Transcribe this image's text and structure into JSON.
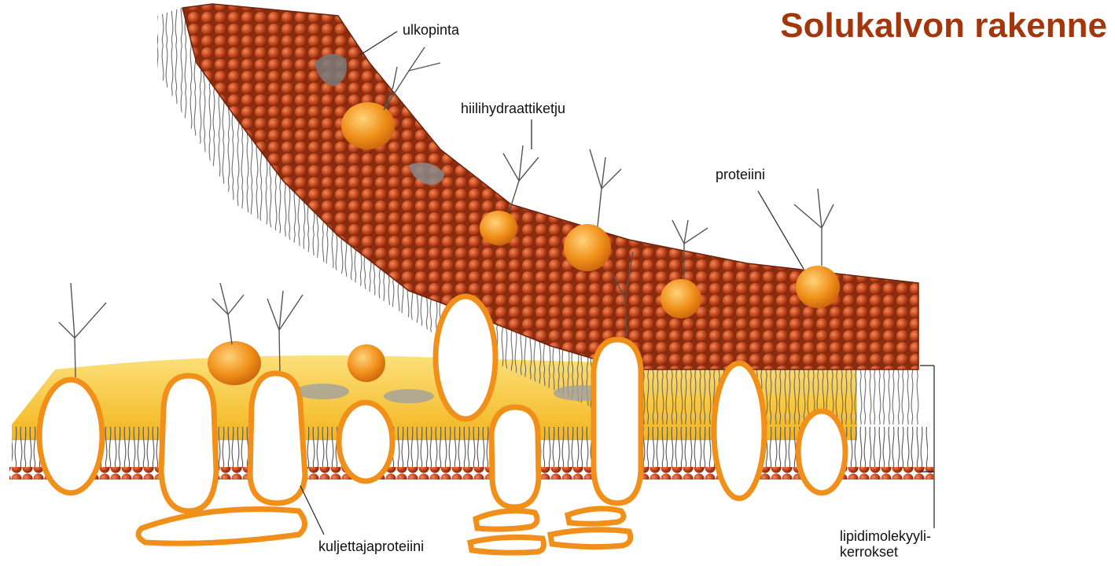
{
  "title": "Solukalvon rakenne",
  "labels": {
    "outer_surface": "ulkopinta",
    "carbohydrate_chain": "hiilihydraattiketju",
    "protein": "proteiini",
    "lipid_layers_line1": "lipidimolekyyli-",
    "lipid_layers_line2": "kerrokset",
    "transport_protein": "kuljettajaproteiini"
  },
  "colors": {
    "title": "#a3360b",
    "lipid_head": "#c4461f",
    "protein_fill": "#f0901a",
    "membrane_interior": "#f6c22a",
    "lipid_tail": "#555555"
  }
}
